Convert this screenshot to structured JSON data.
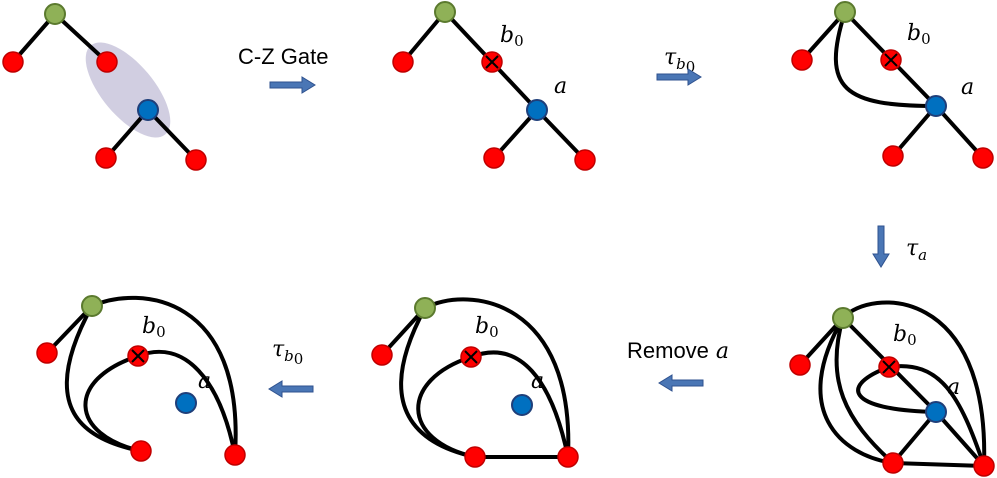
{
  "labels": {
    "czgate": "C-Z Gate",
    "remove_word": "Remove",
    "remove_var": "a",
    "tau": "τ",
    "b0_var": "b",
    "b0_sub": "0",
    "a": "a"
  },
  "colors": {
    "leaf": "#ff0000",
    "root": "#8fb157",
    "vertex_a": "#0070c0",
    "arrow": "#4a76b5",
    "highlight": "#c9c5dc"
  }
}
